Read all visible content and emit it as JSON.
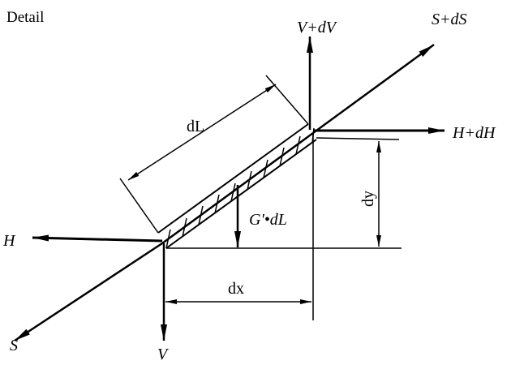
{
  "title": "Detail",
  "labels": {
    "v_top": "V+dV",
    "s_top": "S+dS",
    "h_right": "H+dH",
    "h_left": "H",
    "s_bottom": "S",
    "v_bottom": "V",
    "weight": "G'•dL",
    "dl": "dL",
    "dx": "dx",
    "dy": "dy"
  }
}
